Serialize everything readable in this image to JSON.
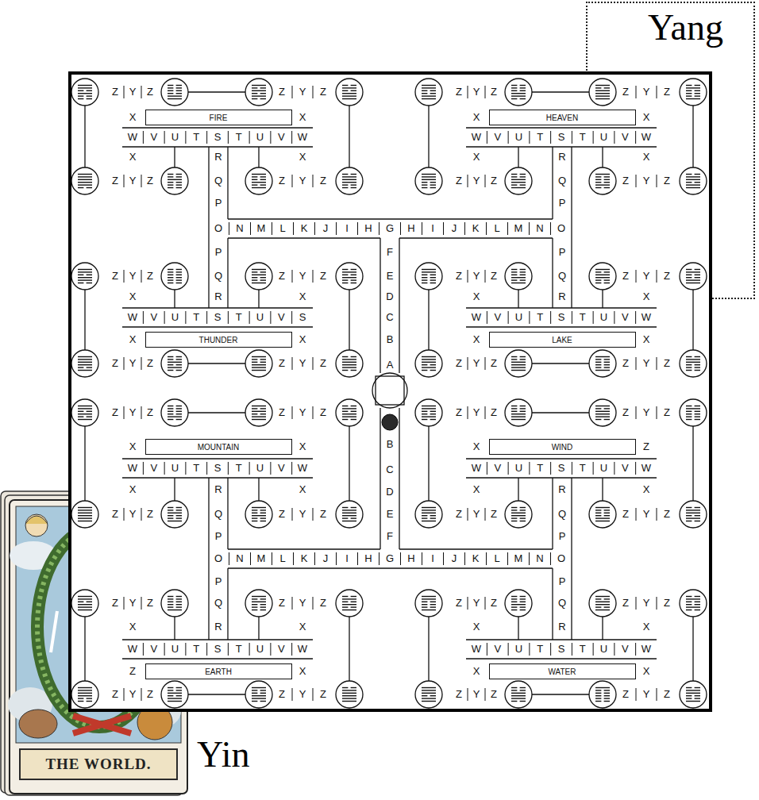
{
  "diagram": {
    "nodes": [
      {
        "text": [
          "Yang"
        ]
      },
      {
        "text": [
          "FIRE"
        ]
      },
      {
        "text": [
          "HEAVEN"
        ]
      },
      {
        "text": [
          "THUNDER"
        ]
      },
      {
        "text": [
          "LAKE"
        ]
      },
      {
        "text": [
          "MOUNTAIN"
        ]
      },
      {
        "text": [
          "WIND"
        ]
      },
      {
        "text": [
          "EARTH"
        ]
      },
      {
        "text": [
          "WATER"
        ]
      },
      {
        "text": [
          "THE WORLD."
        ]
      }
    ],
    "labels": [
      "Z",
      "Y",
      "Z",
      "Z",
      "Y",
      "Z",
      "X",
      "X",
      "W",
      "V",
      "U",
      "T",
      "S",
      "T",
      "U",
      "V",
      "W",
      "X",
      "R",
      "X",
      "Z",
      "Y",
      "Z",
      "Q",
      "Z",
      "Y",
      "Z",
      "Z",
      "Y",
      "Z",
      "Z",
      "Y",
      "Z",
      "X",
      "X",
      "W",
      "V",
      "U",
      "T",
      "S",
      "T",
      "U",
      "V",
      "W",
      "X",
      "R",
      "X",
      "Z",
      "Y",
      "Z",
      "Q",
      "Z",
      "Y",
      "Z",
      "Z",
      "Y",
      "Z",
      "Q",
      "Z",
      "Y",
      "Z",
      "X",
      "R",
      "X",
      "W",
      "V",
      "U",
      "T",
      "S",
      "T",
      "U",
      "V",
      "S",
      "X",
      "X",
      "Z",
      "Y",
      "Z",
      "Z",
      "Y",
      "Z",
      "Z",
      "Y",
      "Z",
      "Q",
      "Z",
      "Y",
      "Z",
      "X",
      "R",
      "X",
      "W",
      "V",
      "U",
      "T",
      "S",
      "T",
      "U",
      "V",
      "W",
      "X",
      "X",
      "Z",
      "Y",
      "Z",
      "Z",
      "Y",
      "Z",
      "Z",
      "Y",
      "Z",
      "Z",
      "Y",
      "Z",
      "X",
      "X",
      "W",
      "V",
      "U",
      "T",
      "S",
      "T",
      "U",
      "V",
      "W",
      "X",
      "R",
      "X",
      "Z",
      "Y",
      "Z",
      "Q",
      "Z",
      "Y",
      "Z",
      "Z",
      "Y",
      "Z",
      "Z",
      "Y",
      "Z",
      "X",
      "Z",
      "W",
      "V",
      "U",
      "T",
      "S",
      "T",
      "U",
      "V",
      "W",
      "X",
      "R",
      "X",
      "Z",
      "Y",
      "Z",
      "Q",
      "Z",
      "Y",
      "Z",
      "Z",
      "Y",
      "Z",
      "Q",
      "Z",
      "Y",
      "Z",
      "X",
      "R",
      "X",
      "W",
      "V",
      "U",
      "T",
      "S",
      "T",
      "U",
      "V",
      "W",
      "Z",
      "X",
      "Z",
      "Y",
      "Z",
      "Z",
      "Y",
      "Z",
      "Z",
      "Y",
      "Z",
      "Q",
      "Z",
      "Y",
      "Z",
      "X",
      "R",
      "X",
      "W",
      "V",
      "U",
      "T",
      "S",
      "T",
      "U",
      "V",
      "W",
      "X",
      "X",
      "Z",
      "Y",
      "Z",
      "Z",
      "Y",
      "Z",
      "P",
      "P",
      "O",
      "N",
      "M",
      "L",
      "K",
      "J",
      "I",
      "H",
      "G",
      "H",
      "I",
      "J",
      "K",
      "L",
      "M",
      "N",
      "O",
      "P",
      "F",
      "P",
      "E",
      "D",
      "C",
      "B",
      "A",
      "B",
      "C",
      "D",
      "E",
      "P",
      "F",
      "P",
      "O",
      "N",
      "M",
      "L",
      "K",
      "J",
      "I",
      "H",
      "G",
      "H",
      "I",
      "J",
      "K",
      "L",
      "M",
      "N",
      "O",
      "P",
      "P",
      "Yin"
    ]
  }
}
